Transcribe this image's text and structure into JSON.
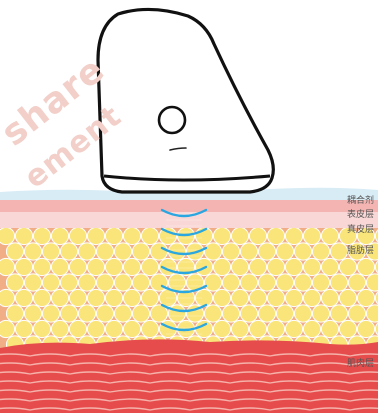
{
  "watermark": {
    "line1": "share",
    "line2": "ement"
  },
  "device": {
    "icon": "ultrasound-probe"
  },
  "waves": {
    "count": 7,
    "color": "#2aa6e0"
  },
  "layers": [
    {
      "key": "gel",
      "label": "耦合剂",
      "color": "#d8ecf6"
    },
    {
      "key": "epidermis",
      "label": "表皮层",
      "color": "#f4b4b1"
    },
    {
      "key": "dermis",
      "label": "真皮层",
      "color": "#f9d7d6"
    },
    {
      "key": "fat",
      "label": "脂肪层",
      "color": "#f0ad86"
    },
    {
      "key": "muscle",
      "label": "肌肉层",
      "color": "#e64c4c"
    }
  ],
  "colors": {
    "fat_cell": "#f9e57a",
    "fat_cell_edge": "#ffffff",
    "muscle_fiber": "#f5b2aa"
  }
}
